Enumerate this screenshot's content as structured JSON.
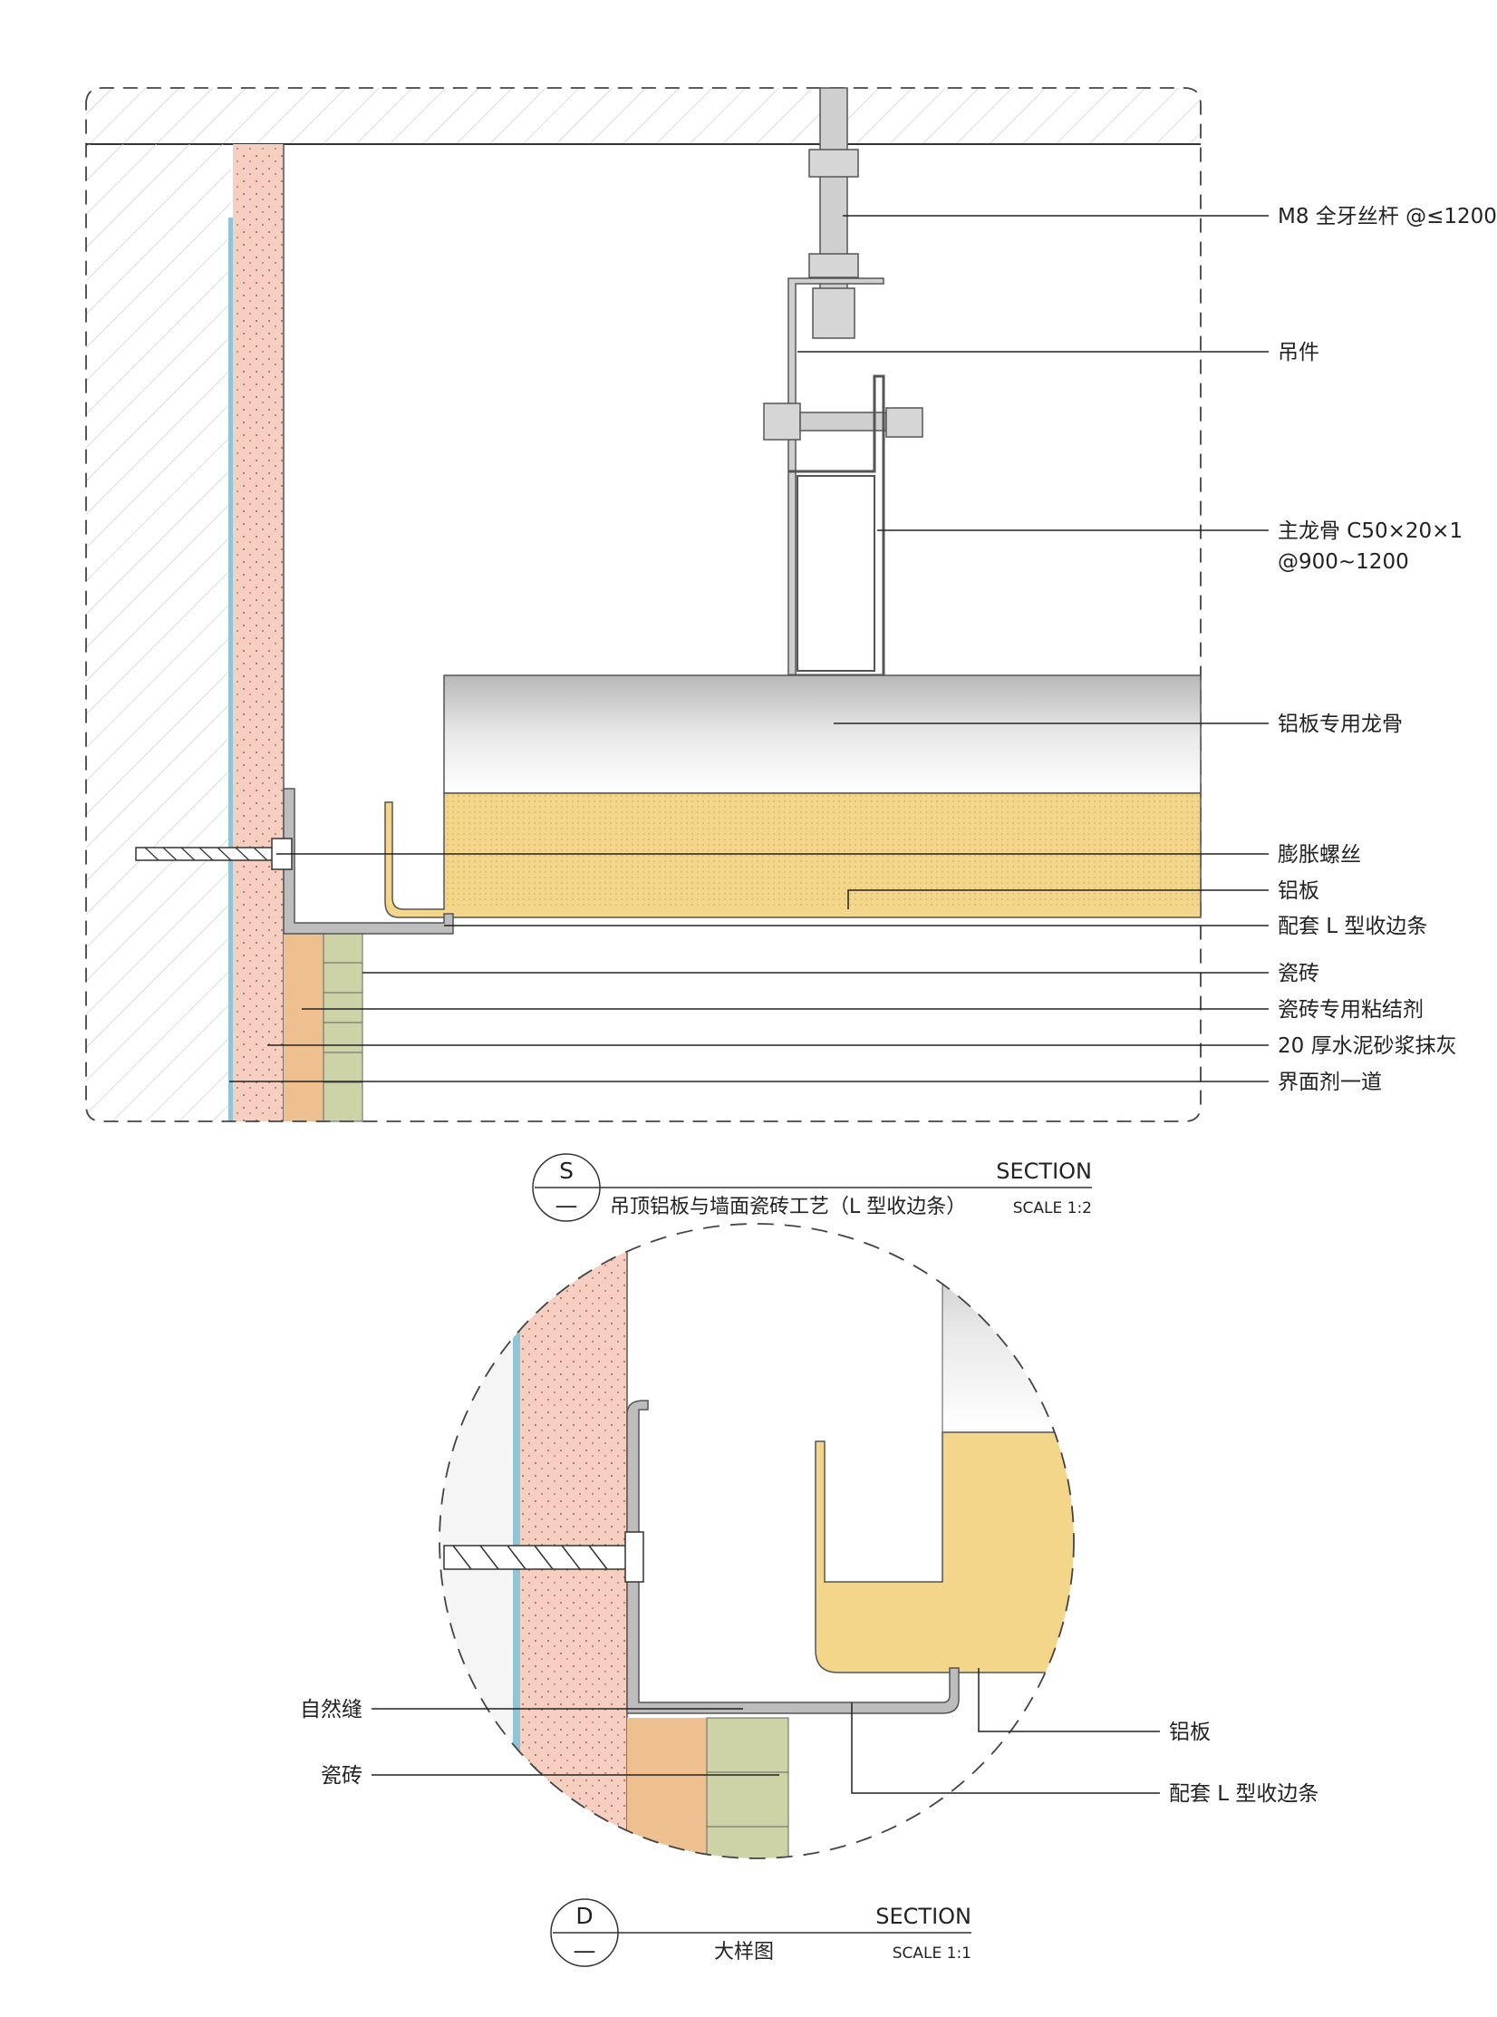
{
  "section_s": {
    "labels": [
      "M8 全牙丝杆 @≤1200",
      "吊件",
      "主龙骨 C50×20×1",
      "@900~1200",
      "铝板专用龙骨",
      "膨胀螺丝",
      "铝板",
      "配套 L 型收边条",
      "瓷砖",
      "瓷砖专用粘结剂",
      "20 厚水泥砂浆抹灰",
      "界面剂一道"
    ],
    "badge_letter": "S",
    "badge_sub": "—",
    "heading": "SECTION",
    "title": "吊顶铝板与墙面瓷砖工艺（L 型收边条）",
    "scale": "SCALE 1:2"
  },
  "section_d": {
    "labels": {
      "joint": "自然缝",
      "tile": "瓷砖",
      "aluminum": "铝板",
      "trim": "配套 L 型收边条"
    },
    "badge_letter": "D",
    "badge_sub": "—",
    "heading": "SECTION",
    "title": "大样图",
    "scale": "SCALE 1:1"
  },
  "colors": {
    "concrete_outline": "#9a9a9a",
    "plaster": "#f7cfc0",
    "adhesive": "#efc08f",
    "tile": "#cdd3a7",
    "interface": "#8ec6d8",
    "aluminum": "#f3d68a",
    "metal": "#bdbdbd"
  }
}
